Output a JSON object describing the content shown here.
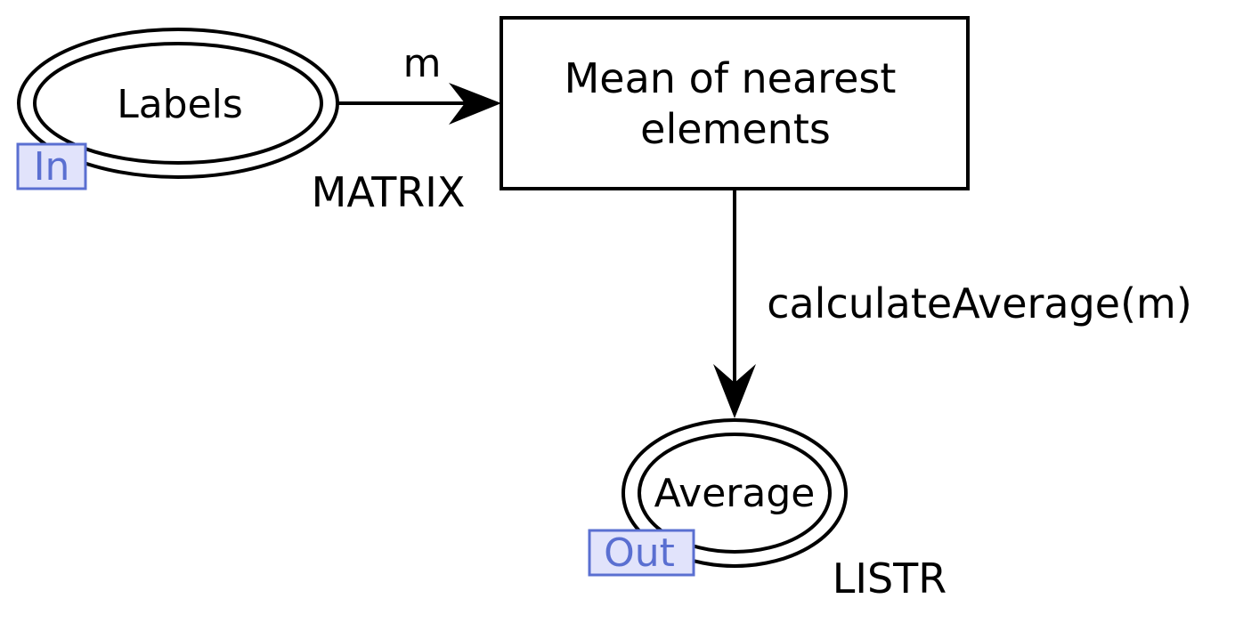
{
  "places": {
    "input": {
      "name": "Labels",
      "port_tag": "In",
      "type_label": "MATRIX"
    },
    "output": {
      "name": "Average",
      "port_tag": "Out",
      "type_label": "LISTR"
    }
  },
  "transition": {
    "line1": "Mean of nearest",
    "line2": "elements"
  },
  "arcs": {
    "input_arc": {
      "label": "m"
    },
    "output_arc": {
      "label": "calculateAverage(m)"
    }
  },
  "colors": {
    "stroke": "#000000",
    "port_tag_fill": "#e1e3fb",
    "port_tag_border": "#5a6fd1"
  }
}
